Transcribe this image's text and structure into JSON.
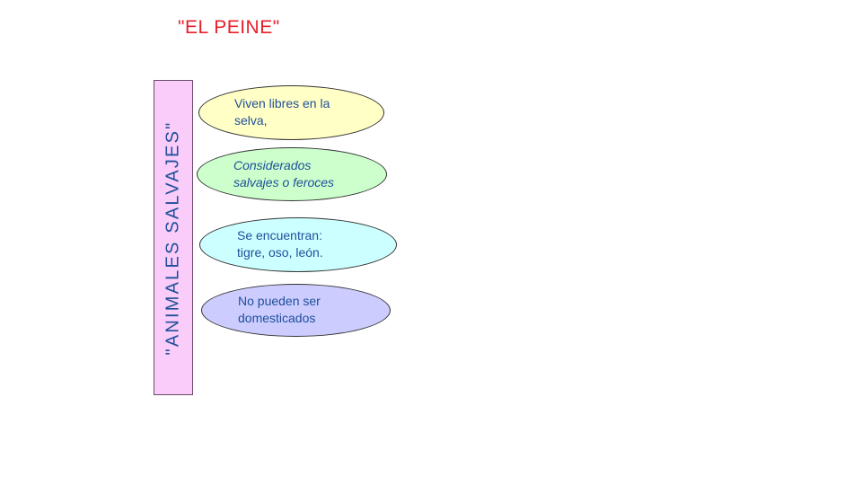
{
  "title": "\"EL PEINE\"",
  "spine": {
    "label": "\"ANIMALES SALVAJES\"",
    "color": "#f9ccf9"
  },
  "items": [
    {
      "text": "Viven libres en la\nselva,",
      "color": "#ffffc6",
      "italic": false
    },
    {
      "text": "Considerados\nsalvajes o feroces",
      "color": "#ccffcc",
      "italic": true
    },
    {
      "text": "Se encuentran:\ntigre, oso, león.",
      "color": "#ccffff",
      "italic": false
    },
    {
      "text": "No pueden ser\ndomesticados",
      "color": "#ccccff",
      "italic": false
    }
  ],
  "colors": {
    "title": "#e8202a",
    "text": "#1f4f9a"
  }
}
